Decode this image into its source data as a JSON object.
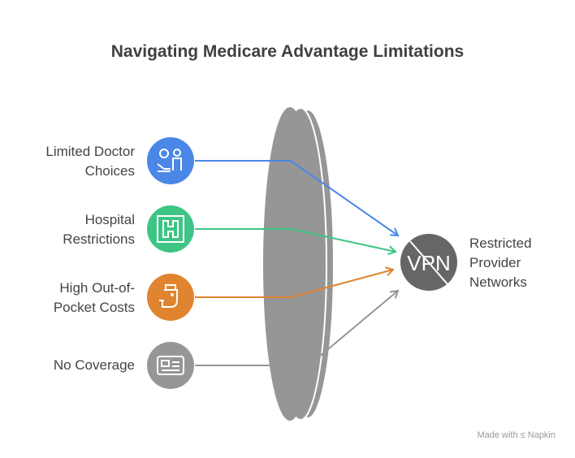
{
  "title": "Navigating Medicare Advantage Limitations",
  "inputs": [
    {
      "lines": [
        "Limited Doctor",
        "Choices"
      ],
      "color": "#4a87e6",
      "icon": "doctor-patient-icon"
    },
    {
      "lines": [
        "Hospital",
        "Restrictions"
      ],
      "color": "#3ec585",
      "icon": "hospital-icon"
    },
    {
      "lines": [
        "High Out-of-",
        "Pocket Costs"
      ],
      "color": "#e0842f",
      "icon": "payment-icon"
    },
    {
      "lines": [
        "No Coverage"
      ],
      "color": "#969696",
      "icon": "id-card-icon"
    }
  ],
  "output": {
    "lines": [
      "Restricted",
      "Provider",
      "Networks"
    ],
    "color": "#666666",
    "icon": "no-vpn-icon",
    "icon_text": "VPN"
  },
  "footer": "Made with ≤ Napkin"
}
